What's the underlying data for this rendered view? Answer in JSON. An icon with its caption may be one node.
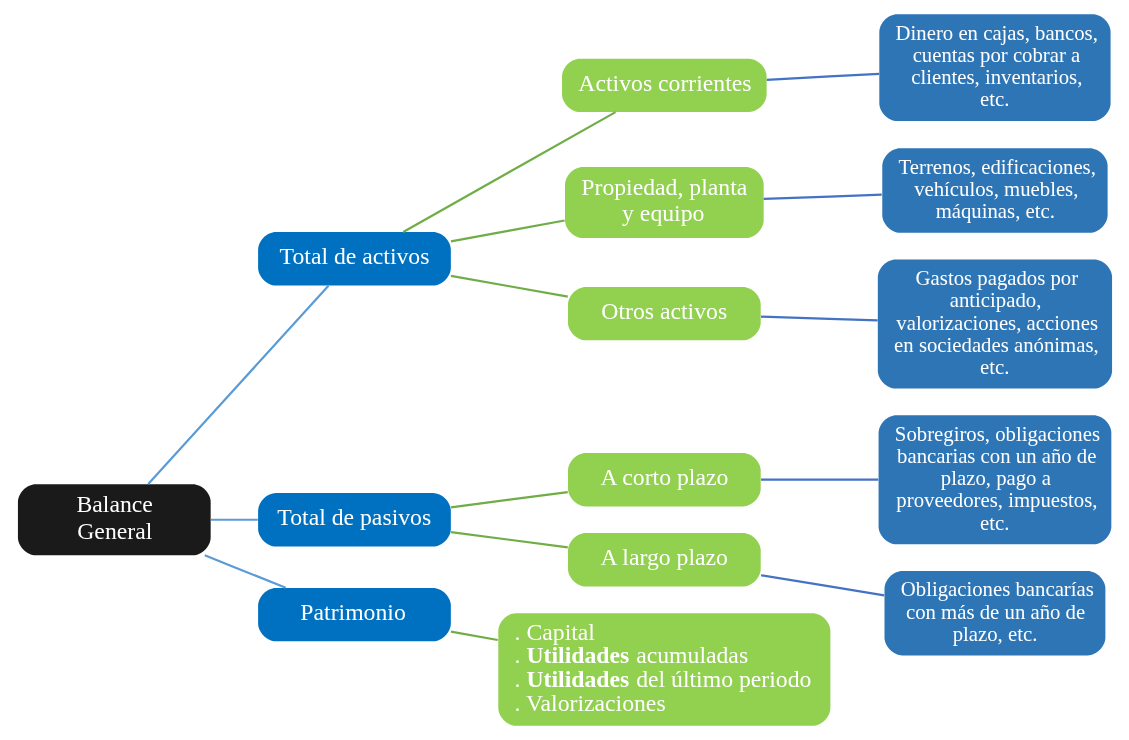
{
  "diagram": {
    "nodes": [
      {
        "text": [
          "Balance General"
        ]
      },
      {
        "text": [
          "Total de activos"
        ]
      },
      {
        "text": [
          "Total de pasivos"
        ]
      },
      {
        "text": [
          "Patrimonio"
        ]
      },
      {
        "text": [
          "Activos corrientes"
        ]
      },
      {
        "text": [
          "Propiedad, planta y equipo"
        ]
      },
      {
        "text": [
          "Otros activos"
        ]
      },
      {
        "text": [
          "A corto plazo"
        ]
      },
      {
        "text": [
          "A largo plazo"
        ]
      },
      {
        "text": [
          ". Capital",
          ". **Utilidades** acumuladas",
          ". **Utilidades** del último periodo",
          ". Valorizaciones"
        ]
      },
      {
        "text": [
          "Dinero en cajas, bancos, cuentas por cobrar a clientes, inventarios, etc."
        ]
      },
      {
        "text": [
          "Terrenos, edificaciones, vehículos, muebles, máquinas, etc."
        ]
      },
      {
        "text": [
          "Gastos pagados por anticipado, valorizaciones, acciones en sociedades anónimas, etc."
        ]
      },
      {
        "text": [
          "Sobregiros, obligaciones bancarias con un año de plazo, pago a proveedores, impuestos, etc."
        ]
      },
      {
        "text": [
          "Obligaciones bancarías con más de un año de plazo, etc."
        ]
      }
    ],
    "edges": [
      {
        "from": 0,
        "to": 1,
        "arrow": "none",
        "color": "#5b9bd5"
      },
      {
        "from": 0,
        "to": 2,
        "arrow": "none",
        "color": "#5b9bd5"
      },
      {
        "from": 0,
        "to": 3,
        "arrow": "none",
        "color": "#5b9bd5"
      },
      {
        "from": 1,
        "to": 4,
        "arrow": "none"
      },
      {
        "from": 1,
        "to": 5,
        "arrow": "none"
      },
      {
        "from": 1,
        "to": 6,
        "arrow": "none"
      },
      {
        "from": 2,
        "to": 7,
        "arrow": "none"
      },
      {
        "from": 2,
        "to": 8,
        "arrow": "none"
      },
      {
        "from": 3,
        "to": 9,
        "arrow": "none"
      },
      {
        "from": 4,
        "to": 10,
        "arrow": "none",
        "color": "#4472c4"
      },
      {
        "from": 5,
        "to": 11,
        "arrow": "none",
        "color": "#4472c4"
      },
      {
        "from": 6,
        "to": 12,
        "arrow": "none",
        "color": "#4472c4"
      },
      {
        "from": 7,
        "to": 13,
        "arrow": "none",
        "color": "#4472c4"
      },
      {
        "from": 8,
        "to": 14,
        "arrow": "none",
        "color": "#4472c4"
      }
    ]
  }
}
